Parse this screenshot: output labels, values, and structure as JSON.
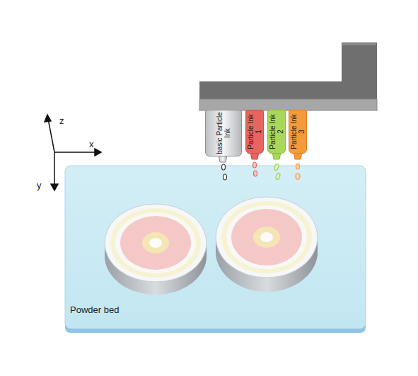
{
  "diagram": {
    "nodes": [
      {
        "text": [
          "basic Particle Ink"
        ]
      },
      {
        "text": [
          "Particle Ink 1"
        ]
      },
      {
        "text": [
          "Particle Ink 2"
        ]
      },
      {
        "text": [
          "Particle Ink 3"
        ]
      },
      {
        "text": [
          "Powder bed"
        ]
      }
    ],
    "labels": [
      "z",
      "x",
      "y"
    ]
  }
}
